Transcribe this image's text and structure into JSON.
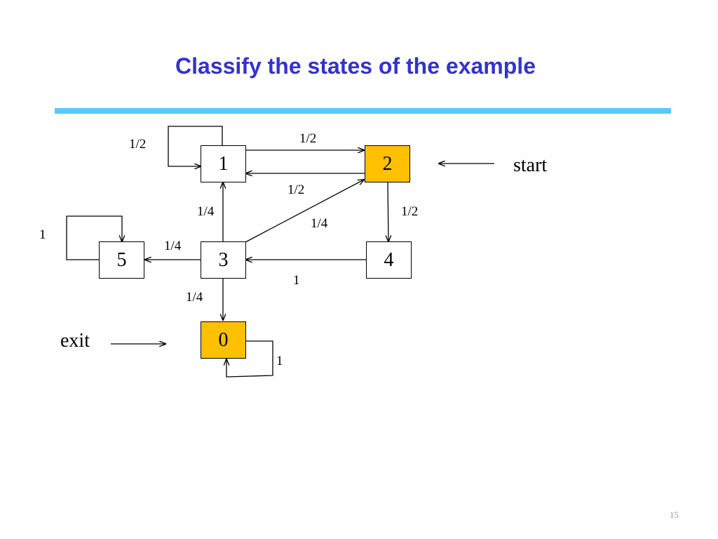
{
  "title": "Classify the states of the example",
  "states": {
    "s0": "0",
    "s1": "1",
    "s2": "2",
    "s3": "3",
    "s4": "4",
    "s5": "5"
  },
  "highlighted_states": [
    "0",
    "2"
  ],
  "highlight_color": "#ffc000",
  "title_color": "#3333cc",
  "rule_color": "#5bc8f5",
  "edge_labels": {
    "loop_1": "1/2",
    "e_1_2": "1/2",
    "e_2_1": "1/2",
    "e_3_1": "1/4",
    "e_3_2": "1/4",
    "e_2_4": "1/2",
    "loop_5": "1",
    "e_3_5": "1/4",
    "e_4_3": "1",
    "e_3_0": "1/4",
    "loop_0": "1"
  },
  "start_label": "start",
  "exit_label": "exit",
  "page_number": "15"
}
